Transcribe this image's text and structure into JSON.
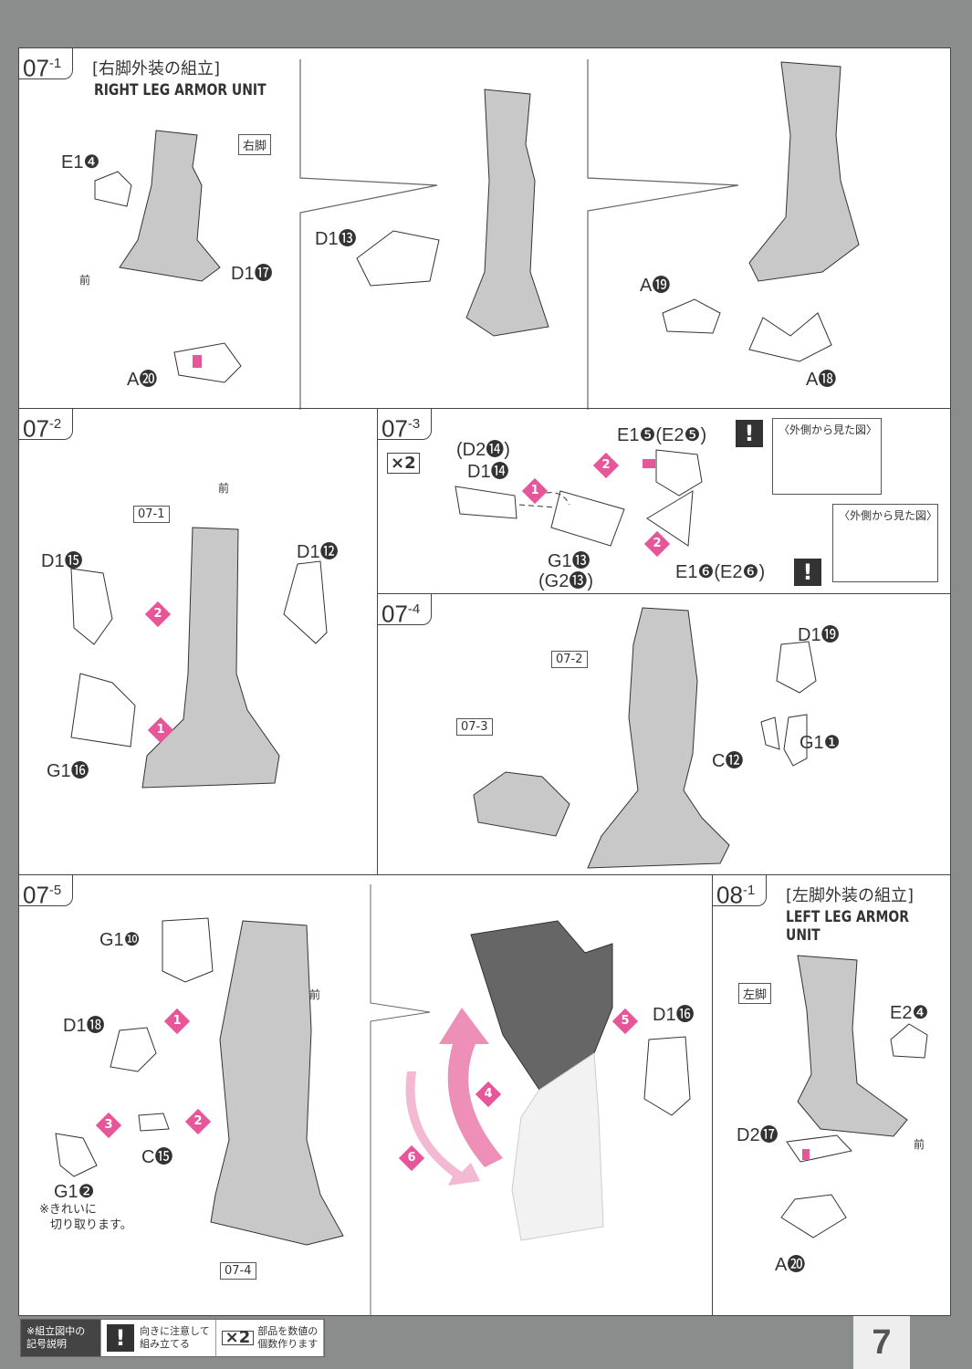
{
  "steps": {
    "s071": {
      "num": "07",
      "sub": "-1",
      "title_jp": "[右脚外装の組立]",
      "title_en": "RIGHT LEG ARMOR UNIT",
      "tag": "右脚",
      "front": "前",
      "labels": [
        "E1❹",
        "D1⓱",
        "A⓴",
        "D1⓭",
        "A⓳",
        "A⓲"
      ]
    },
    "s072": {
      "num": "07",
      "sub": "-2",
      "ref": "07-1",
      "front": "前",
      "labels": [
        "D1⓯",
        "D1⓬",
        "G1⓰"
      ],
      "markers": [
        "1",
        "2"
      ]
    },
    "s073": {
      "num": "07",
      "sub": "-3",
      "x2": "×2",
      "labels": [
        "(D2⓮)",
        "D1⓮",
        "E1❺(E2❺)",
        "G1⓭",
        "(G2⓭)",
        "E1❻(E2❻)"
      ],
      "inset_caption": "〈外側から見た図〉",
      "markers": [
        "1",
        "2",
        "2"
      ],
      "warn": "!"
    },
    "s074": {
      "num": "07",
      "sub": "-4",
      "refs": [
        "07-2",
        "07-3"
      ],
      "labels": [
        "D1⓳",
        "G1❶",
        "C⓬"
      ]
    },
    "s075": {
      "num": "07",
      "sub": "-5",
      "ref": "07-4",
      "front": "前",
      "labels": [
        "G1❿",
        "D1⓲",
        "C⓯",
        "G1❷",
        "D1⓰"
      ],
      "markers": [
        "1",
        "2",
        "3",
        "4",
        "5",
        "6"
      ],
      "note": [
        "※きれいに",
        "切り取ります。"
      ]
    },
    "s081": {
      "num": "08",
      "sub": "-1",
      "title_jp": "[左脚外装の組立]",
      "title_en": "LEFT LEG ARMOR UNIT",
      "tag": "左脚",
      "front": "前",
      "labels": [
        "E2❹",
        "D2⓱",
        "A⓴"
      ]
    }
  },
  "legend": {
    "head": [
      "※組立図中の",
      "記号説明"
    ],
    "warn_icon": "!",
    "warn_text": [
      "向きに注意して",
      "組み立てる"
    ],
    "x2_icon": "×2",
    "x2_text": [
      "部品を数値の",
      "個数作ります"
    ]
  },
  "page_number": "7",
  "colors": {
    "accent": "#e8569a",
    "part": "#c8c8c8"
  }
}
